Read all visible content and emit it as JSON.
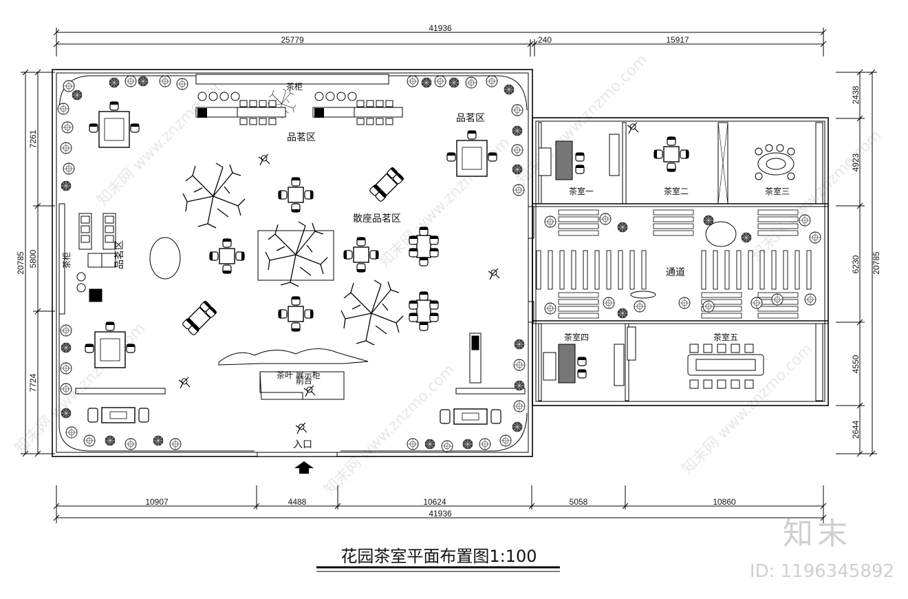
{
  "title": "花园茶室平面布置图1:100",
  "brand": "知末",
  "id_label": "ID: 1196345892",
  "watermark": "知末网 www.znzmo.com",
  "dims": {
    "top_total": "41936",
    "top_left": "25779",
    "top_gap": "240",
    "top_right": "15917",
    "bottom_1": "10907",
    "bottom_2": "4488",
    "bottom_3": "10624",
    "bottom_4": "5058",
    "bottom_5": "10860",
    "bottom_total": "41936",
    "left_total": "20785",
    "left_1": "7261",
    "left_2": "5800",
    "left_3": "7724",
    "right_total": "20785",
    "right_1": "2438",
    "right_2": "4923",
    "right_3": "6230",
    "right_4": "4550",
    "right_5": "2644"
  },
  "labels": {
    "tea_cabinet_top": "茶柜",
    "tasting_top": "品茗区",
    "tasting_right": "品茗区",
    "tasting_left": "品茗区",
    "tea_cabinet_left": "茶柜",
    "scatter_area": "散座品茗区",
    "reception": "前台",
    "reception_counter": "茶叶 展示柜",
    "entrance": "入口",
    "room_1": "茶室一",
    "room_2": "茶室二",
    "room_3": "茶室三",
    "room_4": "茶室四",
    "room_5": "茶室五",
    "corridor": "通道"
  },
  "icons": [
    "entrance-arrow-icon",
    "tree-icon",
    "shrub-icon",
    "chair-icon",
    "table-icon"
  ]
}
